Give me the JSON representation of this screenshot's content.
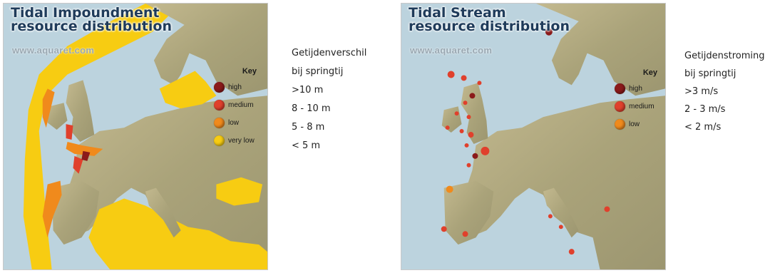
{
  "maps": [
    {
      "title_lines": [
        "Tidal Impoundment",
        "resource distribution"
      ],
      "watermark": "www.aquaret.com",
      "key": {
        "heading": "Key",
        "items": [
          {
            "label": "high",
            "color": "#8b1a1a"
          },
          {
            "label": "medium",
            "color": "#e0402c"
          },
          {
            "label": "low",
            "color": "#f08a1c"
          },
          {
            "label": "very low",
            "color": "#f7cc12"
          }
        ]
      }
    },
    {
      "title_lines": [
        "Tidal Stream",
        "resource distribution"
      ],
      "watermark": "www.aquaret.com",
      "key": {
        "heading": "Key",
        "items": [
          {
            "label": "high",
            "color": "#8b1a1a"
          },
          {
            "label": "medium",
            "color": "#e0402c"
          },
          {
            "label": "low",
            "color": "#f08a1c"
          }
        ]
      }
    }
  ],
  "legends": [
    {
      "heading_lines": [
        "Getijdenverschil",
        "bij springtij"
      ],
      "ranges": [
        ">10 m",
        "8 - 10 m",
        "5 - 8 m",
        "< 5 m"
      ]
    },
    {
      "heading_lines": [
        "Getijdenstroming",
        "bij springtij"
      ],
      "ranges": [
        ">3 m/s",
        "2 - 3 m/s",
        "< 2 m/s"
      ]
    }
  ],
  "colors": {
    "sea": "#bcd3de",
    "land": "#b5ad86",
    "land_dark": "#8f8a66",
    "very_low_band": "#f7cc12",
    "low_band": "#f08a1c",
    "medium_band": "#e0402c",
    "high_band": "#8b1a1a"
  }
}
